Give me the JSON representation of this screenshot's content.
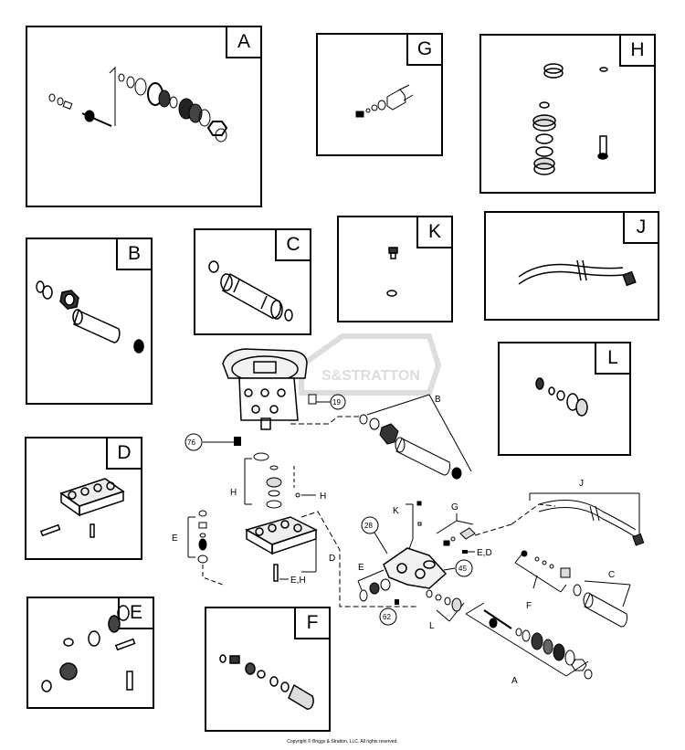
{
  "panels": {
    "a": {
      "label": "A"
    },
    "b": {
      "label": "B"
    },
    "c": {
      "label": "C"
    },
    "d": {
      "label": "D"
    },
    "e": {
      "label": "E"
    },
    "f": {
      "label": "F"
    },
    "g": {
      "label": "G"
    },
    "h": {
      "label": "H"
    },
    "j": {
      "label": "J"
    },
    "k": {
      "label": "K"
    },
    "l": {
      "label": "L"
    }
  },
  "callouts": {
    "n19": "19",
    "n76": "76",
    "n28": "28",
    "n45": "45",
    "n62": "62",
    "b": "B",
    "h1": "H",
    "h2": "H",
    "e1": "E",
    "d": "D",
    "eh1": "E,H",
    "k": "K",
    "g": "G",
    "ed2": "E,D",
    "e2": "E",
    "l": "L",
    "f": "F",
    "c": "C",
    "j": "J",
    "a": "A"
  },
  "watermark": "S&STRATTON",
  "copyright": "Copyright © Briggs & Stratton, LLC. All rights reserved."
}
